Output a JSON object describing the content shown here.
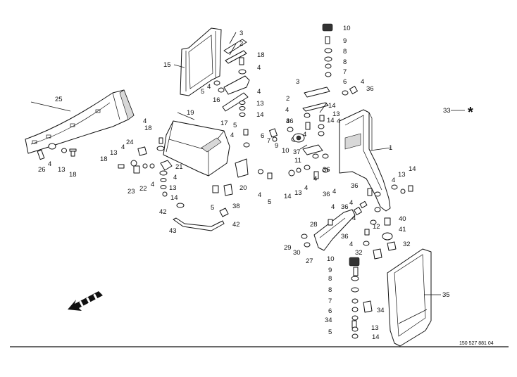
{
  "diagram": {
    "callouts": {
      "c1": "1",
      "c2a": "2",
      "c2b": "2",
      "c3a": "3",
      "c3b": "3",
      "c4_01": "4",
      "c4_02": "4",
      "c4_03": "4",
      "c4_04": "4",
      "c4_05": "4",
      "c4_06": "4",
      "c4_07": "4",
      "c4_08": "4",
      "c4_09": "4",
      "c4_10": "4",
      "c4_11": "4",
      "c4_12": "4",
      "c4_13": "4",
      "c4_14": "4",
      "c4_15": "4",
      "c4_16": "4",
      "c4_17": "4",
      "c4_18": "4",
      "c4_19": "4",
      "c4_20": "4",
      "c4_21": "4",
      "c4_22": "4",
      "c4_23": "4",
      "c5a": "5",
      "c5b": "5",
      "c5c": "5",
      "c5d": "5",
      "c5e": "5",
      "c6a": "6",
      "c6b": "6",
      "c6c": "6",
      "c7a": "7",
      "c7b": "7",
      "c7c": "7",
      "c8a": "8",
      "c8b": "8",
      "c8c": "8",
      "c8d": "8",
      "c9a": "9",
      "c9b": "9",
      "c9c": "9",
      "c10a": "10",
      "c10b": "10",
      "c10c": "10",
      "c11": "11",
      "c12": "12",
      "c13a": "13",
      "c13b": "13",
      "c13c": "13",
      "c13d": "13",
      "c13e": "13",
      "c13f": "13",
      "c13g": "13",
      "c13h": "13",
      "c14a": "14",
      "c14b": "14",
      "c14c": "14",
      "c14d": "14",
      "c14e": "14",
      "c14f": "14",
      "c14g": "14",
      "c15": "15",
      "c16": "16",
      "c17": "17",
      "c18a": "18",
      "c18b": "18",
      "c18c": "18",
      "c18d": "18",
      "c19": "19",
      "c20": "20",
      "c21": "21",
      "c22": "22",
      "c23": "23",
      "c24": "24",
      "c25": "25",
      "c26": "26",
      "c27": "27",
      "c28": "28",
      "c29": "29",
      "c30": "30",
      "c32a": "32",
      "c32b": "32",
      "c33": "33",
      "c34a": "34",
      "c34b": "34",
      "c35": "35",
      "c36a": "36",
      "c36b": "36",
      "c36c": "36",
      "c36d": "36",
      "c36e": "36",
      "c36f": "36",
      "c36g": "36",
      "c37": "37",
      "c38": "38",
      "c40": "40",
      "c41": "41",
      "c42a": "42",
      "c42b": "42",
      "c43": "43"
    },
    "asterisk": "*",
    "document_number": "150 527 881 04"
  }
}
